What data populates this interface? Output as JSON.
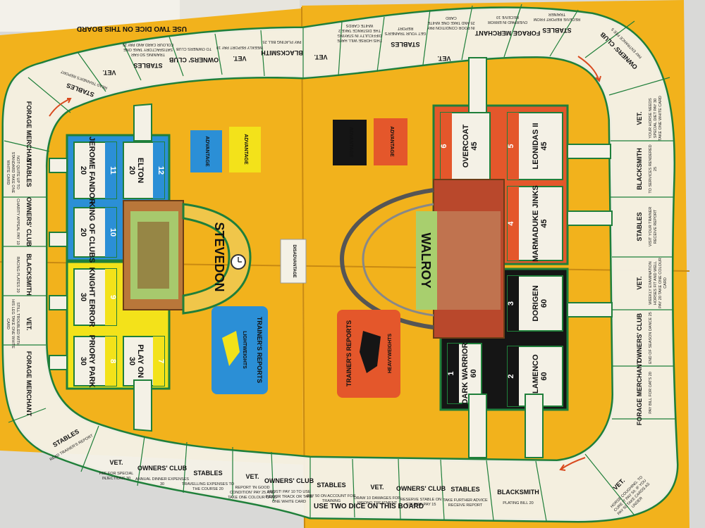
{
  "board": {
    "edge_text_top": "USE TWO DICE ON THIS BOARD",
    "edge_text_bottom": "USE TWO DICE ON THIS BOARD",
    "logo_text": "STEVEDON",
    "sign_text": "WALROY",
    "disadvantage_label": "DISADVANTAGE",
    "advantage_labels": [
      "ADVANTAGE",
      "ADVANTAGE",
      "ADVANTAGE",
      "ADVANTAGE"
    ],
    "trainers_reports_light": {
      "title": "TRAINER'S REPORTS",
      "sub": "LIGHTWEIGHTS"
    },
    "trainers_reports_heavy": {
      "title": "TRAINER'S REPORTS",
      "sub": "HEAVYWEIGHTS"
    }
  },
  "colors": {
    "board_yellow": "#f2b21c",
    "track_green": "#1f7f3a",
    "stable_orange": "#e4572b",
    "stable_black": "#151515",
    "stable_yellow": "#f3e21a",
    "stable_blue": "#2b8fd6",
    "space_white": "#f4f1e6"
  },
  "horses": [
    {
      "num": "1",
      "name": "DARK WARRIOR",
      "weight": "60",
      "group": "black"
    },
    {
      "num": "2",
      "name": "FLAMENCO",
      "weight": "60",
      "group": "black"
    },
    {
      "num": "3",
      "name": "DORIGEN",
      "weight": "60",
      "group": "black"
    },
    {
      "num": "4",
      "name": "MARMADUKE JINKS",
      "weight": "45",
      "group": "orange"
    },
    {
      "num": "5",
      "name": "LEONIDAS II",
      "weight": "45",
      "group": "orange"
    },
    {
      "num": "6",
      "name": "OVERCOAT",
      "weight": "45",
      "group": "orange"
    },
    {
      "num": "7",
      "name": "PLAY ON",
      "weight": "30",
      "group": "yellow"
    },
    {
      "num": "8",
      "name": "PRIORY PARK",
      "weight": "30",
      "group": "yellow"
    },
    {
      "num": "9",
      "name": "KNIGHT ERROR",
      "weight": "30",
      "group": "yellow"
    },
    {
      "num": "10",
      "name": "KING OF CLUBS",
      "weight": "20",
      "group": "blue"
    },
    {
      "num": "11",
      "name": "JEROME FANDOR",
      "weight": "20",
      "group": "blue"
    },
    {
      "num": "12",
      "name": "ELTON",
      "weight": "20",
      "group": "blue"
    }
  ],
  "spaces_bottom": [
    {
      "label": "STABLES",
      "detail": "READ TRAINER'S REPORT"
    },
    {
      "label": "VET.",
      "detail": "FEE FOR SPECIAL INJECTIONS 30"
    },
    {
      "label": "OWNERS' CLUB",
      "detail": "ANNUAL DINNER EXPENSES 30"
    },
    {
      "label": "STABLES",
      "detail": "TRAVELLING EXPENSES TO THE COURSE 20"
    },
    {
      "label": "VET.",
      "detail": "REPORT 'IN GOOD CONDITION' PAY 25 AND TAKE ONE COLOUR CARD"
    },
    {
      "label": "OWNERS' CLUB",
      "detail": "FROST! PAY 10 TO USE INDOOR TRACK OR TAKE ONE WHITE CARD"
    },
    {
      "label": "STABLES",
      "detail": "PAY 50 ON ACCOUNT FOR TRAINING"
    },
    {
      "label": "VET.",
      "detail": "DRAW 10 DAMAGES FOR WRONG TREATMENT"
    },
    {
      "label": "OWNERS' CLUB",
      "detail": "RESERVE STABLE ON COURSE PAY 15"
    },
    {
      "label": "STABLES",
      "detail": "TAKE FURTHER ADVICE RECEIVE REPORT"
    },
    {
      "label": "BLACKSMITH",
      "detail": "PLATING BILL 20"
    }
  ],
  "spaces_right": [
    {
      "label": "VET.",
      "detail": "HORSE COUGHING. TO CURE IT PAY 50. IF YOU PAY 50 TAKE CARDS AS UNDER"
    },
    {
      "label": "FORAGE MERCHANT",
      "detail": "PAY BILL FOR OATS 20"
    },
    {
      "label": "OWNERS' CLUB",
      "detail": "END OF SEASON DANCE 25"
    },
    {
      "label": "VET.",
      "detail": "WEEKLY EXAMINATION HORSES FIT AND WELL PAY 20 TAKE ONE COLOUR CARD"
    },
    {
      "label": "STABLES",
      "detail": "VISIT YOUR TRAINER RECEIVE REPORT"
    },
    {
      "label": "BLACKSMITH",
      "detail": "TO SERVICES RENDERED 25"
    },
    {
      "label": "VET.",
      "detail": "YOUR HORSE NEEDS SPECIAL DIET PAY 30 TAKE ONE WHITE CARD"
    },
    {
      "label": "OWNERS' CLUB",
      "detail": "PAY ENTRANCE FEE 5"
    }
  ],
  "spaces_top": [
    {
      "label": "STABLES",
      "detail": "RECEIVE REPORT FROM TRAINER"
    },
    {
      "label": "FORAGE MERCHANT",
      "detail": "OVERPAID IN ERROR RECEIVE 10"
    },
    {
      "label": "",
      "detail": "IN POOR CONDITION PAY 25 AND TAKE ONE WHITE CARD"
    },
    {
      "label": "VET.",
      "detail": ""
    },
    {
      "label": "STABLES",
      "detail": "GET YOUR TRAINER'S REPORT"
    },
    {
      "label": "",
      "detail": "THIS HORSE WILL HAVE DIFFICULTY IN STAYING THE DISTANCE TAKE 2 WHITE CARDS"
    },
    {
      "label": "VET.",
      "detail": ""
    },
    {
      "label": "BLACKSMITH",
      "detail": "PAY PLATING BILL 25"
    },
    {
      "label": "VET.",
      "detail": "WEEKLY REPORT PAY 10"
    },
    {
      "label": "OWNERS' CLUB",
      "detail": "TO OWNERS CLUB"
    },
    {
      "label": "STABLES",
      "detail": "TRAINING SO FAR SATISFACTORY TAKE ONE COLOUR CARD AND PAY 25"
    },
    {
      "label": "VET.",
      "detail": ""
    },
    {
      "label": "STABLES",
      "detail": "READ TRAINER'S REPORT"
    }
  ],
  "spaces_left": [
    {
      "label": "FORAGE MERCHANT",
      "detail": ""
    },
    {
      "label": "STABLES",
      "detail": "NOT QUITE UP TO STANDARD TAKE ONE WHITE CARD"
    },
    {
      "label": "OWNERS' CLUB",
      "detail": "CHARITY APPEAL PAY 10"
    },
    {
      "label": "BLACKSMITH",
      "detail": "RACING PLATES 20"
    },
    {
      "label": "VET.",
      "detail": "STILL TROUBLED WITH HIS LEG TAKE ONE WHITE CARD"
    },
    {
      "label": "FORAGE MERCHANT",
      "detail": ""
    }
  ]
}
